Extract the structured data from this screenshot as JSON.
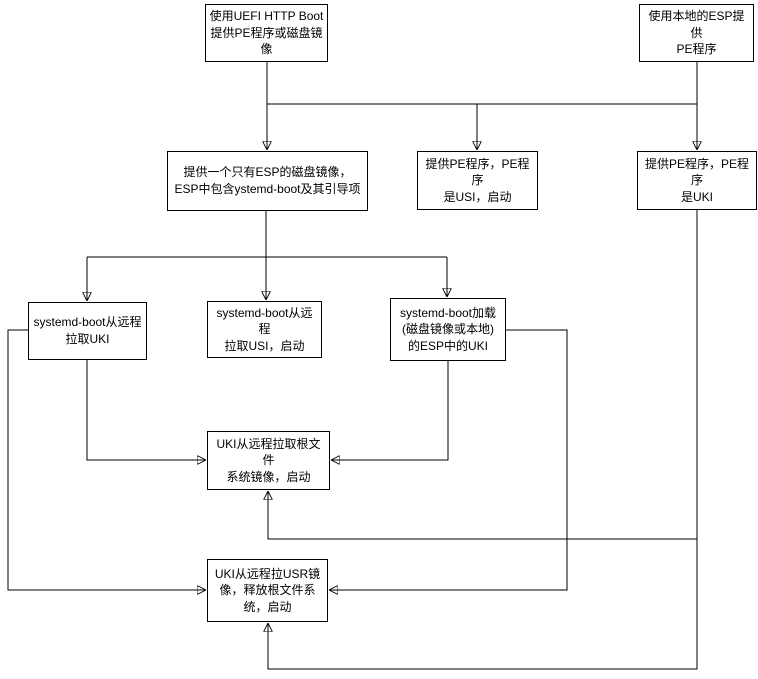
{
  "diagram": {
    "type": "flowchart",
    "colors": {
      "background": "#ffffff",
      "node_fill": "#ffffff",
      "node_border": "#000000",
      "line": "#000000",
      "text": "#000000"
    },
    "nodes": [
      {
        "id": "uefi-http-boot",
        "label": "使用UEFI HTTP Boot\n提供PE程序或磁盘镜\n像"
      },
      {
        "id": "local-esp",
        "label": "使用本地的ESP提供\nPE程序"
      },
      {
        "id": "esp-disk-image",
        "label": "提供一个只有ESP的磁盘镜像，\nESP中包含ystemd-boot及其引导项"
      },
      {
        "id": "pe-is-usi",
        "label": "提供PE程序，PE程序\n是USI，启动"
      },
      {
        "id": "pe-is-uki",
        "label": "提供PE程序，PE程序\n是UKI"
      },
      {
        "id": "systemd-boot-pull-uki",
        "label": "systemd-boot从远程\n拉取UKI"
      },
      {
        "id": "systemd-boot-pull-usi",
        "label": "systemd-boot从远程\n拉取USI，启动"
      },
      {
        "id": "systemd-boot-load-esp-uki",
        "label": "systemd-boot加载\n(磁盘镜像或本地)\n的ESP中的UKI"
      },
      {
        "id": "uki-pull-rootfs",
        "label": "UKI从远程拉取根文件\n系统镜像，启动"
      },
      {
        "id": "uki-pull-usr",
        "label": "UKI从远程拉USR镜\n像，释放根文件系\n统，启动"
      }
    ],
    "edges": [
      {
        "from": "uefi-http-boot",
        "to": "esp-disk-image"
      },
      {
        "from": "uefi-http-boot",
        "to": "pe-is-usi"
      },
      {
        "from": "local-esp",
        "to": "pe-is-usi"
      },
      {
        "from": "local-esp",
        "to": "pe-is-uki"
      },
      {
        "from": "esp-disk-image",
        "to": "systemd-boot-pull-uki"
      },
      {
        "from": "esp-disk-image",
        "to": "systemd-boot-pull-usi"
      },
      {
        "from": "esp-disk-image",
        "to": "systemd-boot-load-esp-uki"
      },
      {
        "from": "systemd-boot-pull-uki",
        "to": "uki-pull-rootfs"
      },
      {
        "from": "systemd-boot-load-esp-uki",
        "to": "uki-pull-rootfs"
      },
      {
        "from": "pe-is-uki",
        "to": "uki-pull-rootfs"
      },
      {
        "from": "systemd-boot-pull-uki",
        "to": "uki-pull-usr"
      },
      {
        "from": "systemd-boot-load-esp-uki",
        "to": "uki-pull-usr"
      },
      {
        "from": "pe-is-uki",
        "to": "uki-pull-usr"
      }
    ]
  }
}
